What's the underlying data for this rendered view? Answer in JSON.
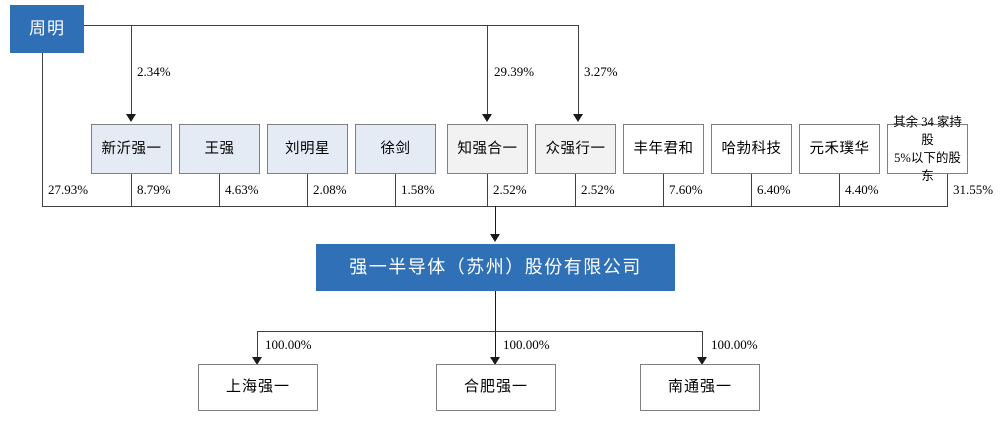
{
  "diagram": {
    "title_person": "周明",
    "company": "强一半导体（苏州）股份有限公司",
    "top_links": [
      {
        "label": "2.34%",
        "target": "新沂强一"
      },
      {
        "label": "29.39%",
        "target": "知强合一"
      },
      {
        "label": "3.27%",
        "target": "众强行一"
      }
    ],
    "direct_holding": {
      "label": "27.93%",
      "holder": "周明"
    },
    "shareholders": [
      {
        "name": "新沂强一",
        "pct": "8.79%",
        "fill": "blue"
      },
      {
        "name": "王强",
        "pct": "4.63%",
        "fill": "blue"
      },
      {
        "name": "刘明星",
        "pct": "2.08%",
        "fill": "blue"
      },
      {
        "name": "徐剑",
        "pct": "1.58%",
        "fill": "blue"
      },
      {
        "name": "知强合一",
        "pct": "2.52%",
        "fill": "gray"
      },
      {
        "name": "众强行一",
        "pct": "2.52%",
        "fill": "gray"
      },
      {
        "name": "丰年君和",
        "pct": "7.60%",
        "fill": "white"
      },
      {
        "name": "哈勃科技",
        "pct": "6.40%",
        "fill": "white"
      },
      {
        "name": "元禾璞华",
        "pct": "4.40%",
        "fill": "white"
      },
      {
        "name": "其余 34 家持股",
        "name_line2": "5%以下的股东",
        "pct": "31.55%",
        "fill": "white"
      }
    ],
    "subsidiaries": [
      {
        "name": "上海强一",
        "pct": "100.00%"
      },
      {
        "name": "合肥强一",
        "pct": "100.00%"
      },
      {
        "name": "南通强一",
        "pct": "100.00%"
      }
    ],
    "colors": {
      "person_box": "#2f6fb5",
      "company_box": "#3070b7",
      "shareholder_blue": "#e4ebf5",
      "shareholder_gray": "#f2f2f2",
      "line": "#404040"
    }
  }
}
